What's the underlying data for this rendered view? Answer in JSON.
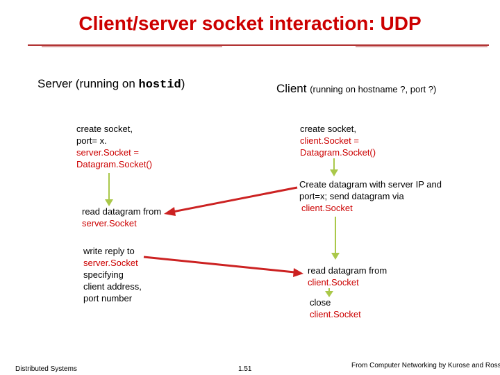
{
  "title": "Client/server socket interaction: UDP",
  "server_header": {
    "prefix": "Server (running on ",
    "host": "hostid",
    "suffix": ")"
  },
  "client_header": {
    "prefix": "Client ",
    "detail": "(running on hostname ?, port ?)"
  },
  "server_steps": {
    "create": {
      "line1": "create socket,",
      "line2": "port= x.",
      "line3": "server.Socket =",
      "line4": "Datagram.Socket()"
    },
    "read": {
      "line1": "read datagram from",
      "line2": "server.Socket"
    },
    "reply": {
      "line1": "write reply to",
      "line2": "server.Socket",
      "line3": "specifying",
      "line4": "client address,",
      "line5": "port number"
    }
  },
  "client_steps": {
    "create": {
      "line1": "create socket,",
      "line2": "client.Socket =",
      "line3": "Datagram.Socket()"
    },
    "send": {
      "line1": "Create datagram with server IP and",
      "line2": "port=x; send datagram via",
      "line3": "client.Socket"
    },
    "read": {
      "line1": "read datagram from",
      "line2": "client.Socket"
    },
    "close": {
      "line1": "close",
      "line2": "client.Socket"
    }
  },
  "footer": {
    "left": "Distributed Systems",
    "center": "1.51",
    "right": "From Computer Networking by Kurose and Ross."
  },
  "colors": {
    "title": "#cc0000",
    "accent_text": "#cc0000",
    "step_arrow": "#aac84a",
    "message_arrow": "#cc2222",
    "rule": "#b03030"
  }
}
